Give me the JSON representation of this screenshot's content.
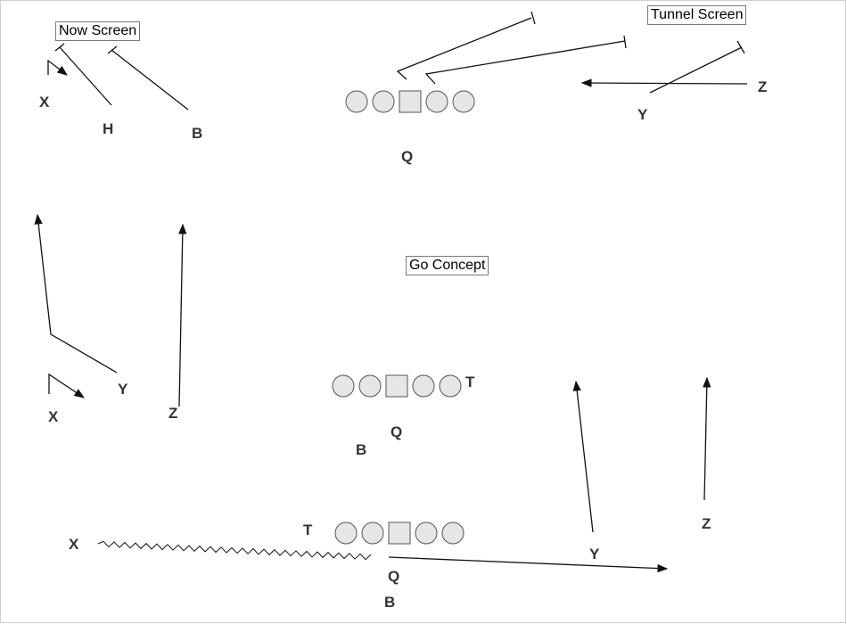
{
  "titles": {
    "now_screen": "Now Screen",
    "tunnel_screen": "Tunnel Screen",
    "go_concept": "Go Concept"
  },
  "players": {
    "top_left": {
      "x": "X",
      "h": "H",
      "b": "B"
    },
    "top_center": {
      "q": "Q"
    },
    "top_right": {
      "y": "Y",
      "z": "Z"
    },
    "mid_left": {
      "x": "X",
      "y": "Y",
      "z": "Z"
    },
    "mid_center": {
      "t": "T",
      "q": "Q",
      "b": "B"
    },
    "bottom": {
      "x": "X",
      "t": "T",
      "q": "Q",
      "b": "B",
      "y": "Y",
      "z": "Z"
    }
  },
  "colors": {
    "line": "#111111",
    "lineman_fill": "#e6e6e6",
    "label": "#333333"
  }
}
